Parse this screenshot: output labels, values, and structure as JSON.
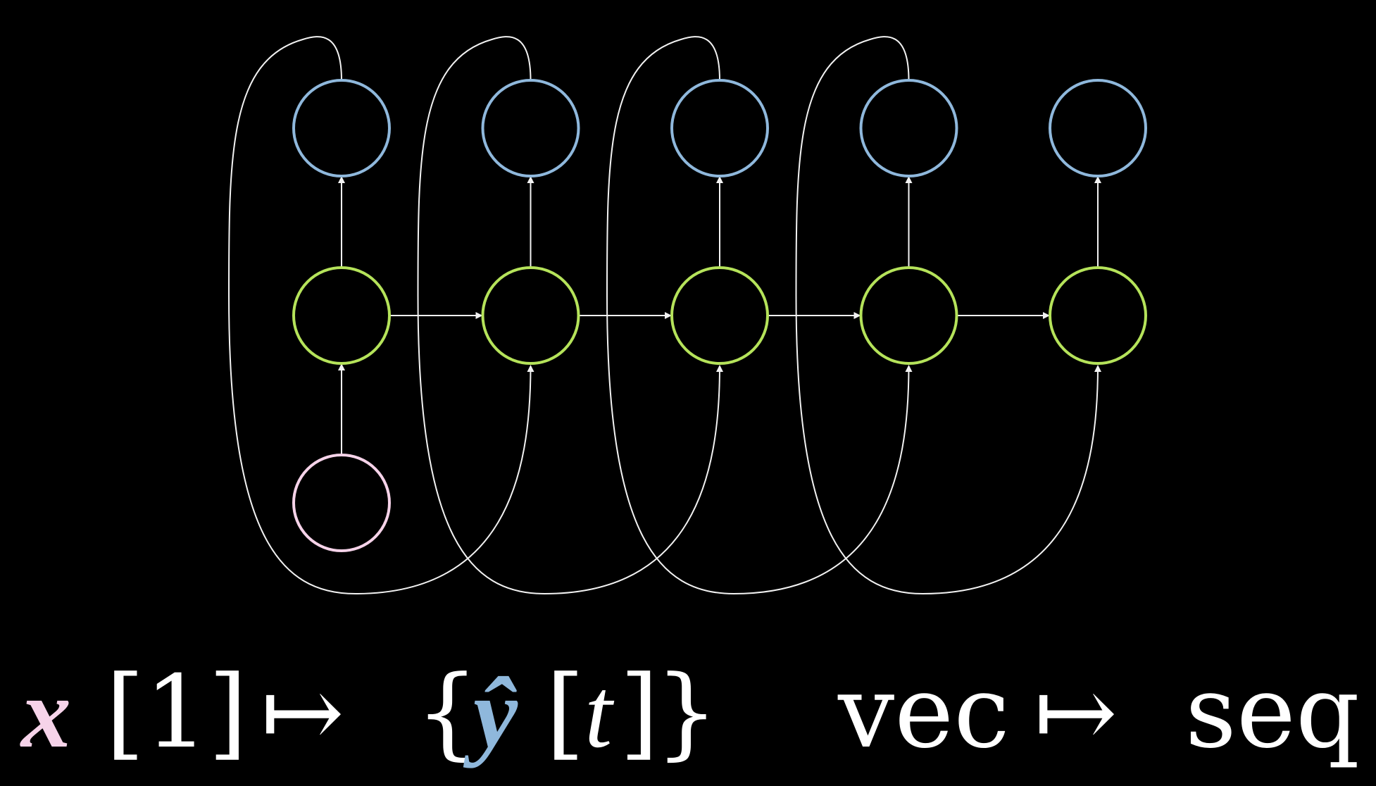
{
  "colors": {
    "background": "#000000",
    "output": "#8fb8dc",
    "hidden": "#b5e35a",
    "input": "#f6d3e9",
    "arrow": "#f2f2f2",
    "text": "#ffffff"
  },
  "diagram": {
    "type": "vector-to-sequence recurrent network",
    "timesteps": 5,
    "input_nodes_at": [
      0
    ],
    "feedback": "output of each step feeds the hidden unit of the next step"
  },
  "formula": {
    "input_symbol": "x",
    "input_index": "[1]",
    "maps_to": "↦",
    "open_brace": "{",
    "output_symbol": "ŷ",
    "output_index_open": "[",
    "output_index_var": "t",
    "output_index_close": "]",
    "close_brace": "}"
  },
  "caption": {
    "from": "vec",
    "maps_to": "↦",
    "to": "seq"
  }
}
